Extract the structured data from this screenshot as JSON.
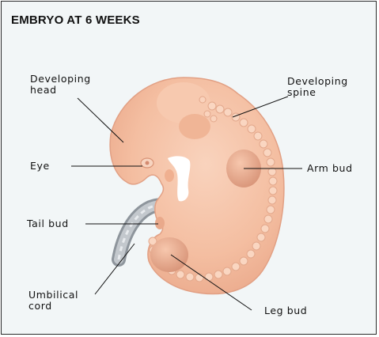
{
  "title": "EMBRYO AT 6 WEEKS",
  "labels": {
    "developing_head": [
      "Developing",
      "head"
    ],
    "developing_spine": [
      "Developing",
      "spine"
    ],
    "eye": "Eye",
    "arm_bud": "Arm bud",
    "tail_bud": "Tail bud",
    "umbilical_cord": [
      "Umbilical",
      "cord"
    ],
    "leg_bud": "Leg bud"
  },
  "colors": {
    "background": "#f2f6f7",
    "embryo_skin": "#f4c0a4",
    "embryo_shadow": "#e4a286",
    "spine_beads": "#fbd7c3",
    "cord": "#aab0b6",
    "leader_lines": "#111111"
  }
}
